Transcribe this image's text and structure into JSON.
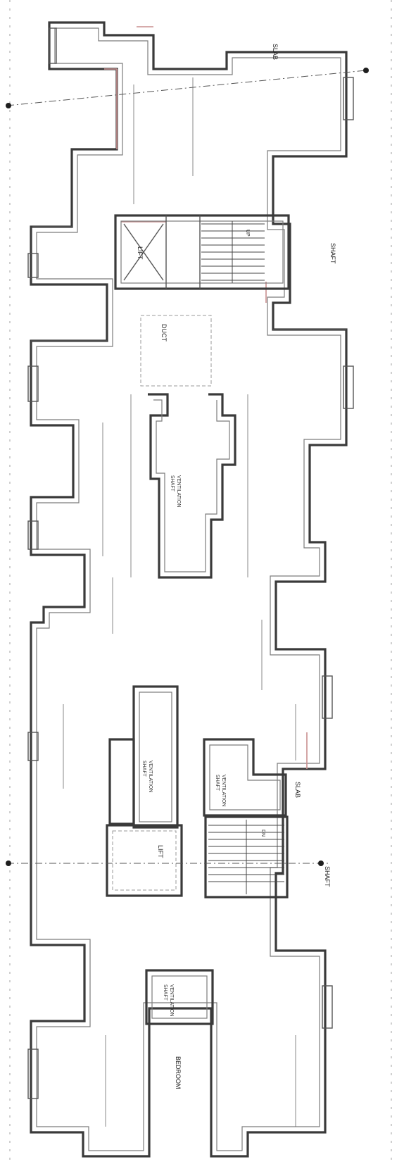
{
  "plan": {
    "rooms": [
      {
        "id": "bedroom",
        "lines": [
          "BEDROOM"
        ]
      },
      {
        "id": "slab-1",
        "lines": [
          "SLAB"
        ]
      },
      {
        "id": "slab-2",
        "lines": [
          "SLAB"
        ]
      },
      {
        "id": "lift-1",
        "lines": [
          "LIFT"
        ]
      },
      {
        "id": "lift-2",
        "lines": [
          "LIFT"
        ]
      },
      {
        "id": "shaft-1",
        "lines": [
          "SHAFT"
        ]
      },
      {
        "id": "shaft-2",
        "lines": [
          "SHAFT"
        ]
      },
      {
        "id": "ventilation-shaft-1",
        "lines": [
          "VENTILATION",
          "SHAFT"
        ]
      },
      {
        "id": "ventilation-shaft-2",
        "lines": [
          "VENTILATION",
          "SHAFT"
        ]
      },
      {
        "id": "ventilation-shaft-3",
        "lines": [
          "VENTILATION",
          "SHAFT"
        ]
      },
      {
        "id": "ventilation-shaft-4",
        "lines": [
          "VENTILATION",
          "SHAFT"
        ]
      },
      {
        "id": "duct",
        "lines": [
          "DUCT"
        ]
      }
    ],
    "labels": {
      "up": "UP",
      "down": "DN"
    }
  }
}
